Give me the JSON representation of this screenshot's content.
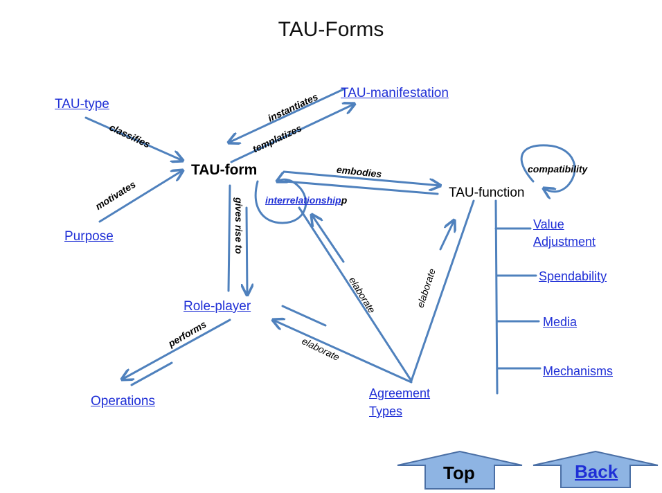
{
  "title": "TAU-Forms",
  "nodes": {
    "tau_type": "TAU-type",
    "tau_manifestation": "TAU-manifestation",
    "tau_form": "TAU-form",
    "purpose": "Purpose",
    "tau_function": "TAU-function",
    "interrelationship": "interrelationship",
    "interrelationship_suffix": "p",
    "value_adjustment_1": "Value",
    "value_adjustment_2": "Adjustment",
    "spendability": "Spendability",
    "media": "Media",
    "mechanisms": "Mechanisms",
    "role_player": "Role-player",
    "operations": "Operations",
    "agreement_types_1": "Agreement",
    "agreement_types_2": "Types"
  },
  "edge_labels": {
    "classifies": "classifies",
    "motivates": "motivates",
    "instantiates": "instantiates",
    "templatizes": "templatizes",
    "embodies": "embodies",
    "compatibility": "compatibility",
    "gives_rise_to": "gives rise to",
    "performs": "performs",
    "elaborate_1": "elaborate",
    "elaborate_2": "elaborate",
    "elaborate_3": "elaborate"
  },
  "nav": {
    "top": "Top",
    "back": "Back"
  },
  "colors": {
    "edge": "#4f81bd",
    "link": "#1f2fd6",
    "button_fill": "#8eb4e3",
    "button_stroke": "#4a6fa5"
  }
}
